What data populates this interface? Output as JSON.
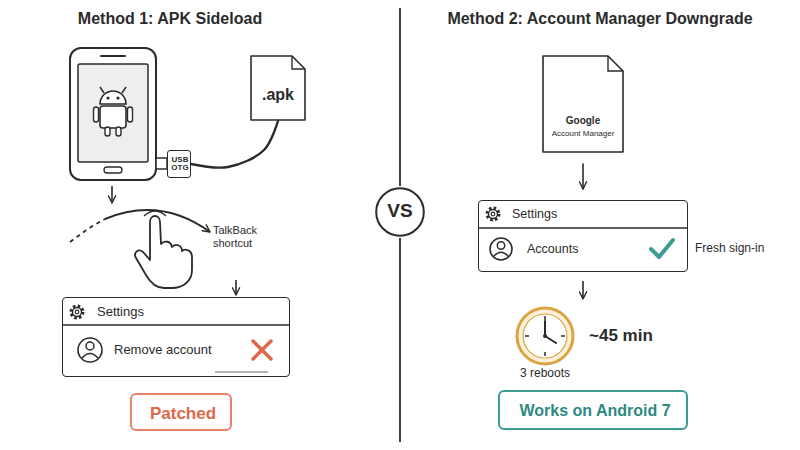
{
  "diagram": {
    "nodes": [
      {
        "text": [
          "USB OTG"
        ]
      },
      {
        "text": [
          ".apk"
        ]
      },
      {
        "text": [
          "Settings",
          "Remove account"
        ]
      },
      {
        "text": [
          "Patched"
        ]
      },
      {
        "text": [
          "VS"
        ]
      },
      {
        "text": [
          "Google",
          "Account Manager"
        ]
      },
      {
        "text": [
          "Settings",
          "Accounts"
        ]
      },
      {
        "text": [
          "Works on Android 7"
        ]
      }
    ],
    "edges": [
      {
        "from": 0,
        "to": 1,
        "arrow": "none"
      },
      {
        "from": 5,
        "to": 6,
        "arrow": "to"
      }
    ],
    "labels": [
      "Method 1: APK Sideload",
      "Method 2: Account Manager Downgrade",
      "TalkBack shortcut",
      "Fresh sign-in",
      "~45 min",
      "3 reboots"
    ]
  }
}
